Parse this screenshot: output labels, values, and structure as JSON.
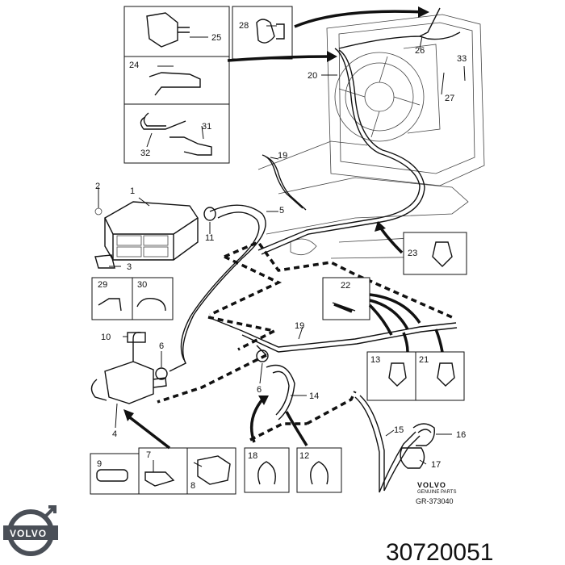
{
  "callouts": {
    "c1": "1",
    "c2": "2",
    "c3": "3",
    "c4": "4",
    "c5": "5",
    "c6a": "6",
    "c6b": "6",
    "c7": "7",
    "c8": "8",
    "c9": "9",
    "c10": "10",
    "c11": "11",
    "c12": "12",
    "c13": "13",
    "c14": "14",
    "c15": "15",
    "c16": "16",
    "c17": "17",
    "c18": "18",
    "c19a": "19",
    "c19b": "19",
    "c20": "20",
    "c21": "21",
    "c22": "22",
    "c23": "23",
    "c24": "24",
    "c25": "25",
    "c26": "26",
    "c27": "27",
    "c28": "28",
    "c29": "29",
    "c30": "30",
    "c31": "31",
    "c32": "32",
    "c33": "33"
  },
  "brand_block": {
    "brand": "VOLVO",
    "subtitle": "GENUINE PARTS",
    "reference": "GR-373040"
  },
  "logo": {
    "text": "VOLVO",
    "color": "#4a4f57"
  },
  "part_number": "30720051"
}
